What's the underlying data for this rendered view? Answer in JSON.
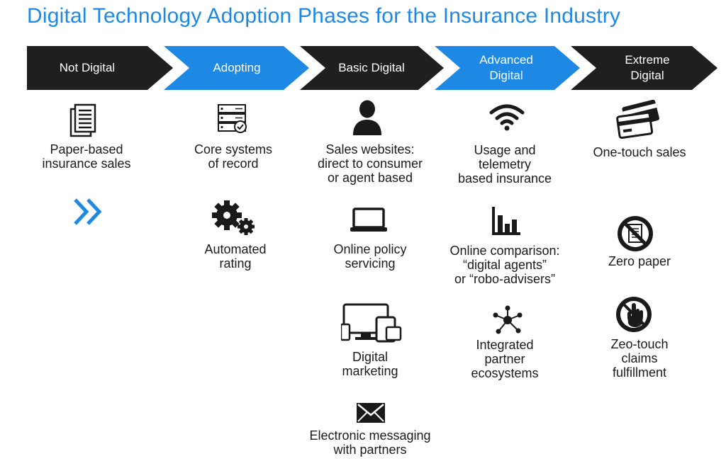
{
  "title": "Digital Technology Adoption Phases for the Insurance Industry",
  "colors": {
    "dark": "#1f1f1f",
    "blue": "#1e88e5",
    "text": "#1a1a1a"
  },
  "phases": [
    {
      "lines": [
        "Not Digital"
      ],
      "color": "#1f1f1f"
    },
    {
      "lines": [
        "Adopting"
      ],
      "color": "#1e88e5"
    },
    {
      "lines": [
        "Basic Digital"
      ],
      "color": "#1f1f1f"
    },
    {
      "lines": [
        "Advanced",
        "Digital"
      ],
      "color": "#1e88e5"
    },
    {
      "lines": [
        "Extreme",
        "Digital"
      ],
      "color": "#1f1f1f"
    }
  ],
  "items": {
    "paper_sales": {
      "lines": [
        "Paper-based",
        "insurance sales"
      ],
      "icon": "document-stack-icon"
    },
    "next": {
      "icon": "double-chevron-right-icon"
    },
    "core_systems": {
      "lines": [
        "Core systems",
        "of record"
      ],
      "icon": "server-check-icon"
    },
    "automated_rating": {
      "lines": [
        "Automated",
        "rating"
      ],
      "icon": "gears-icon"
    },
    "sales_websites": {
      "lines": [
        "Sales websites:",
        "direct to consumer",
        "or agent based"
      ],
      "icon": "user-icon"
    },
    "online_policy": {
      "lines": [
        "Online policy",
        "servicing"
      ],
      "icon": "laptop-icon"
    },
    "digital_marketing": {
      "lines": [
        "Digital",
        "marketing"
      ],
      "icon": "devices-icon"
    },
    "electronic_messaging": {
      "lines": [
        "Electronic messaging",
        "with partners"
      ],
      "icon": "envelope-icon"
    },
    "usage_telemetry": {
      "lines": [
        "Usage and",
        "telemetry",
        "based insurance"
      ],
      "icon": "wifi-icon"
    },
    "online_comparison": {
      "lines": [
        "Online comparison:",
        "“digital agents”",
        "or “robo-advisers”"
      ],
      "icon": "bar-chart-icon"
    },
    "partner_ecosystems": {
      "lines": [
        "Integrated",
        "partner",
        "ecosystems"
      ],
      "icon": "network-icon"
    },
    "one_touch": {
      "lines": [
        "One-touch sales"
      ],
      "icon": "credit-cards-icon"
    },
    "zero_paper": {
      "lines": [
        "Zero paper"
      ],
      "icon": "no-paper-icon"
    },
    "zero_touch": {
      "lines": [
        "Zeo-touch",
        "claims",
        "fulfillment"
      ],
      "icon": "no-touch-icon"
    }
  }
}
